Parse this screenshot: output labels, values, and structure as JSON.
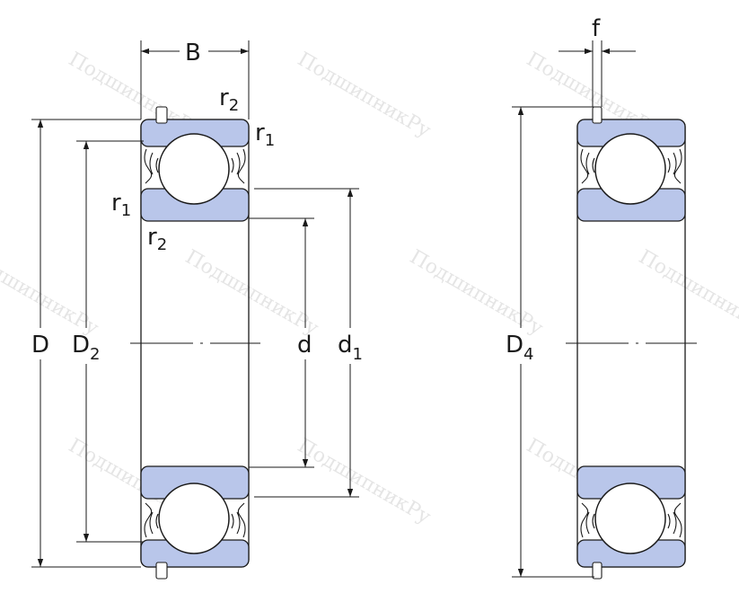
{
  "labels": {
    "B": "B",
    "r": "r",
    "sub_1": "1",
    "sub_2": "2",
    "sub_4": "4",
    "D": "D",
    "d": "d",
    "f": "f"
  },
  "watermark": "ПодшипникРу",
  "colors": {
    "ring_fill": "#b9c6ea",
    "line": "#1a1a1a",
    "watermark": "#d0d0d0"
  }
}
